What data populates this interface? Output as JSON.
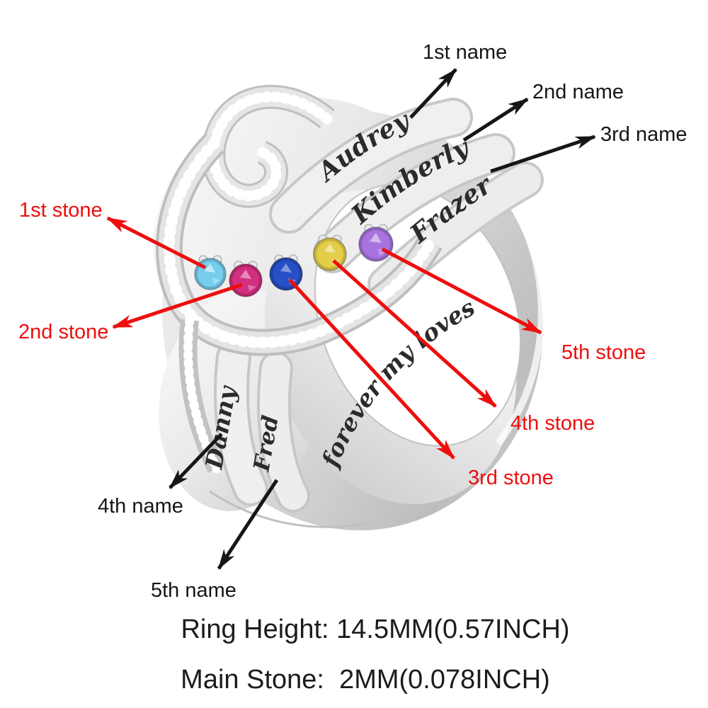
{
  "figure": {
    "type": "annotated-product-image",
    "product": "personalized family birthstone ring with engraved names"
  },
  "engravings": {
    "name1": "Audrey",
    "name2": "Kimberly",
    "name3": "Frazer",
    "name4": "Danny",
    "name5": "Fred",
    "inner_message": "forever my loves"
  },
  "stones": [
    {
      "position": "1st",
      "tone": "aquamarine",
      "color": "#76ceee",
      "dark": "#2f9fd4"
    },
    {
      "position": "2nd",
      "tone": "pink",
      "color": "#d32f80",
      "dark": "#8e0f4e"
    },
    {
      "position": "3rd",
      "tone": "blue",
      "color": "#2750c6",
      "dark": "#122e85"
    },
    {
      "position": "4th",
      "tone": "yellow",
      "color": "#e4cd48",
      "dark": "#b3941c"
    },
    {
      "position": "5th",
      "tone": "purple",
      "color": "#a873de",
      "dark": "#6f3cab"
    }
  ],
  "labels": {
    "names": [
      "1st name",
      "2nd name",
      "3rd name",
      "4th name",
      "5th name"
    ],
    "stones": [
      "1st stone",
      "2nd stone",
      "3rd stone",
      "4th stone",
      "5th stone"
    ]
  },
  "specs": {
    "ring_height": "Ring Height: 14.5MM(0.57INCH)",
    "main_stone": "Main Stone:  2MM(0.078INCH)"
  },
  "colors": {
    "label_black": "#161616",
    "label_red": "#ee0e0e",
    "metal_light": "#f4f4f4",
    "metal_mid": "#d9d9d9",
    "metal_dark": "#b3b3b3"
  }
}
